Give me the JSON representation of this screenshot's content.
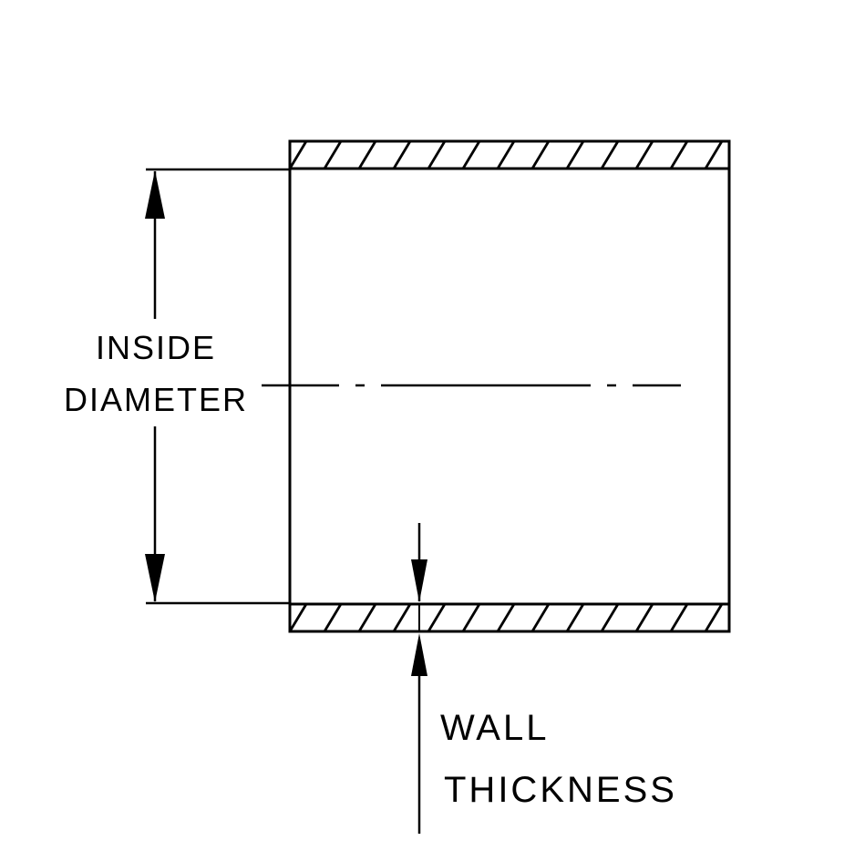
{
  "diagram": {
    "title": "Tube cross-section dimension diagram",
    "colors": {
      "line": "#000000",
      "background": "#ffffff"
    },
    "labels": {
      "inside_diameter_line1": "INSIDE",
      "inside_diameter_line2": "DIAMETER",
      "wall_thickness_line1": "WALL",
      "wall_thickness_line2": "THICKNESS"
    }
  }
}
